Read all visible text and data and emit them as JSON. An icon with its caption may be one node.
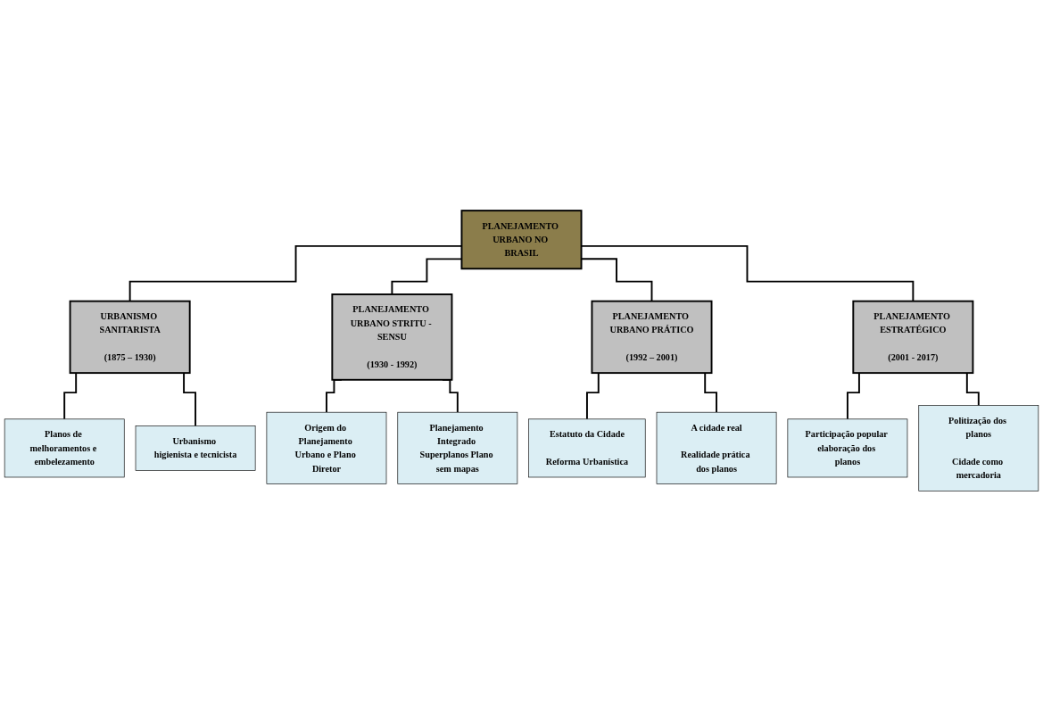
{
  "diagram": {
    "nodes": [
      {
        "text": [
          "PLANEJAMENTO URBANO NO BRASIL"
        ]
      },
      {
        "text": [
          "URBANISMO SANITARISTA",
          "(1875 – 1930)"
        ]
      },
      {
        "text": [
          "PLANEJAMENTO URBANO STRITU - SENSU",
          "(1930 - 1992)"
        ]
      },
      {
        "text": [
          "PLANEJAMENTO URBANO PRÁTICO",
          "(1992 – 2001)"
        ]
      },
      {
        "text": [
          "PLANEJAMENTO ESTRATÉGICO",
          "(2001 - 2017)"
        ]
      },
      {
        "text": [
          "Planos de melhoramentos e embelezamento"
        ]
      },
      {
        "text": [
          "Urbanismo higienista e tecnicista"
        ]
      },
      {
        "text": [
          "Origem do Planejamento Urbano e Plano Diretor"
        ]
      },
      {
        "text": [
          "Planejamento Integrado Superplanos Plano sem mapas"
        ]
      },
      {
        "text": [
          "Estatuto da Cidade",
          "Reforma Urbanística"
        ]
      },
      {
        "text": [
          "A cidade real",
          "Realidade prática dos planos"
        ]
      },
      {
        "text": [
          "Participação popular elaboração dos planos"
        ]
      },
      {
        "text": [
          "Politização dos planos",
          "Cidade como mercadoria"
        ]
      }
    ],
    "edges": [
      {
        "from": 0,
        "to": 1,
        "arrow": "none"
      },
      {
        "from": 0,
        "to": 2,
        "arrow": "none"
      },
      {
        "from": 0,
        "to": 3,
        "arrow": "none"
      },
      {
        "from": 0,
        "to": 4,
        "arrow": "none"
      },
      {
        "from": 1,
        "to": 5,
        "arrow": "none"
      },
      {
        "from": 1,
        "to": 6,
        "arrow": "none"
      },
      {
        "from": 2,
        "to": 7,
        "arrow": "none"
      },
      {
        "from": 2,
        "to": 8,
        "arrow": "none"
      },
      {
        "from": 3,
        "to": 9,
        "arrow": "none"
      },
      {
        "from": 3,
        "to": 10,
        "arrow": "none"
      },
      {
        "from": 4,
        "to": 11,
        "arrow": "none"
      },
      {
        "from": 4,
        "to": 12,
        "arrow": "none"
      }
    ]
  }
}
